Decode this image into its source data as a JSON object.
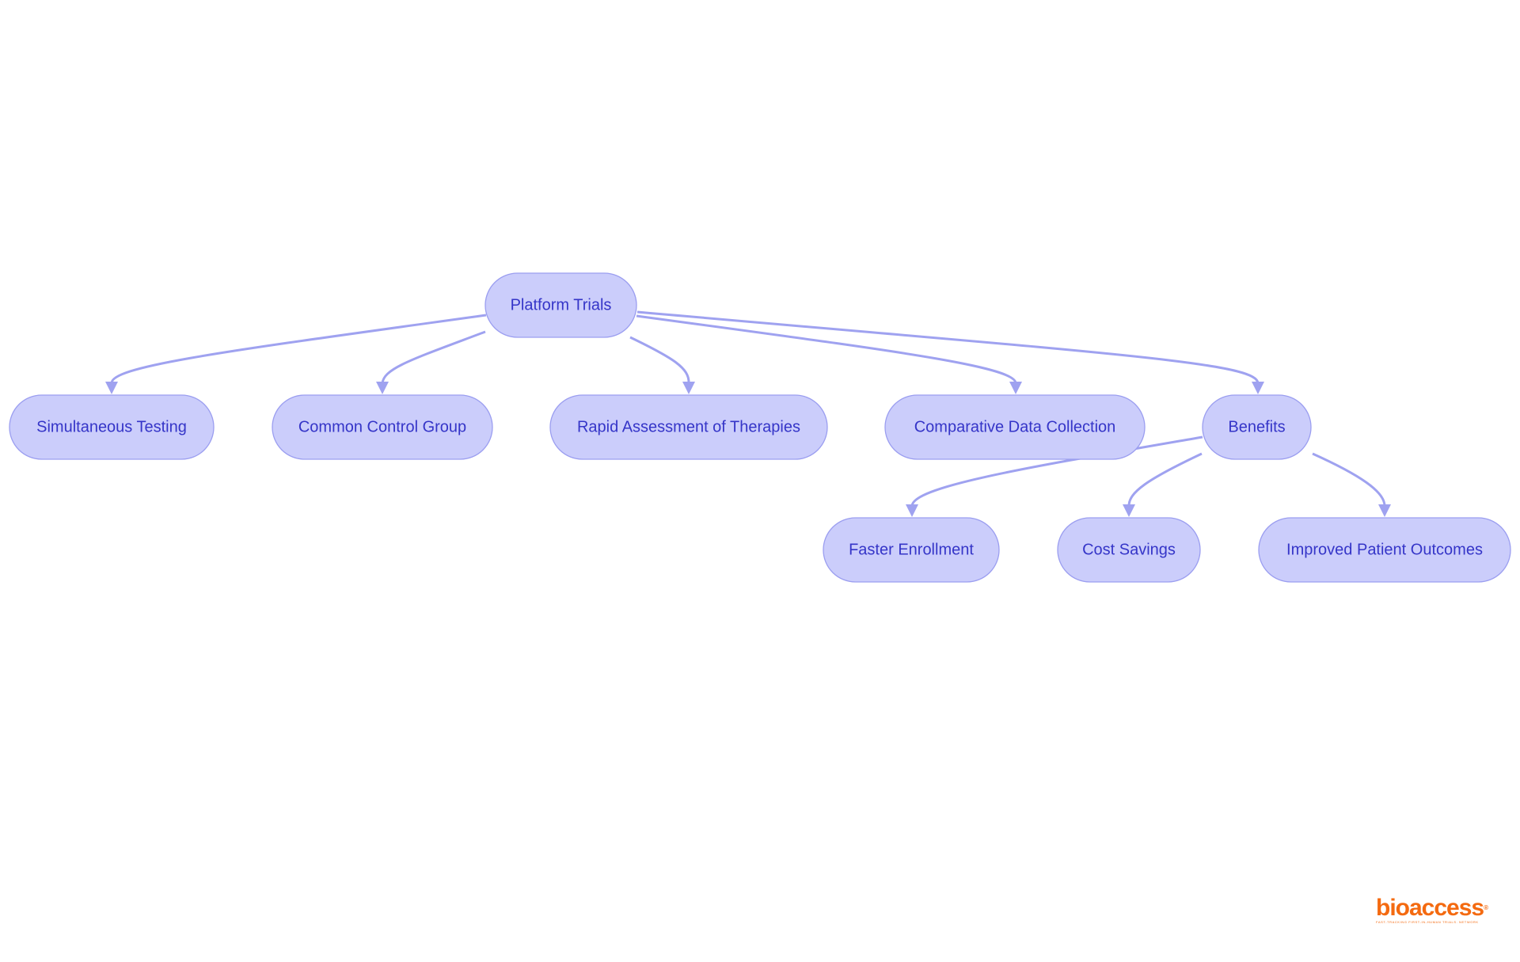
{
  "diagram": {
    "root": "Platform Trials",
    "features": [
      "Simultaneous Testing",
      "Common Control Group",
      "Rapid Assessment of Therapies",
      "Comparative Data Collection"
    ],
    "benefits_hub": "Benefits",
    "benefits": [
      "Faster Enrollment",
      "Cost Savings",
      "Improved Patient Outcomes"
    ]
  },
  "logo": {
    "wordmark": "bioaccess",
    "registered_mark": "®",
    "tagline": "FAST-TRACKING FIRST-IN-HUMAN TRIALS. NETWORK"
  },
  "colors": {
    "node_fill": "#cbcdfb",
    "node_stroke": "#9b9ef0",
    "node_text": "#3535c8",
    "edge": "#9fa2f0",
    "logo": "#f46a10"
  }
}
